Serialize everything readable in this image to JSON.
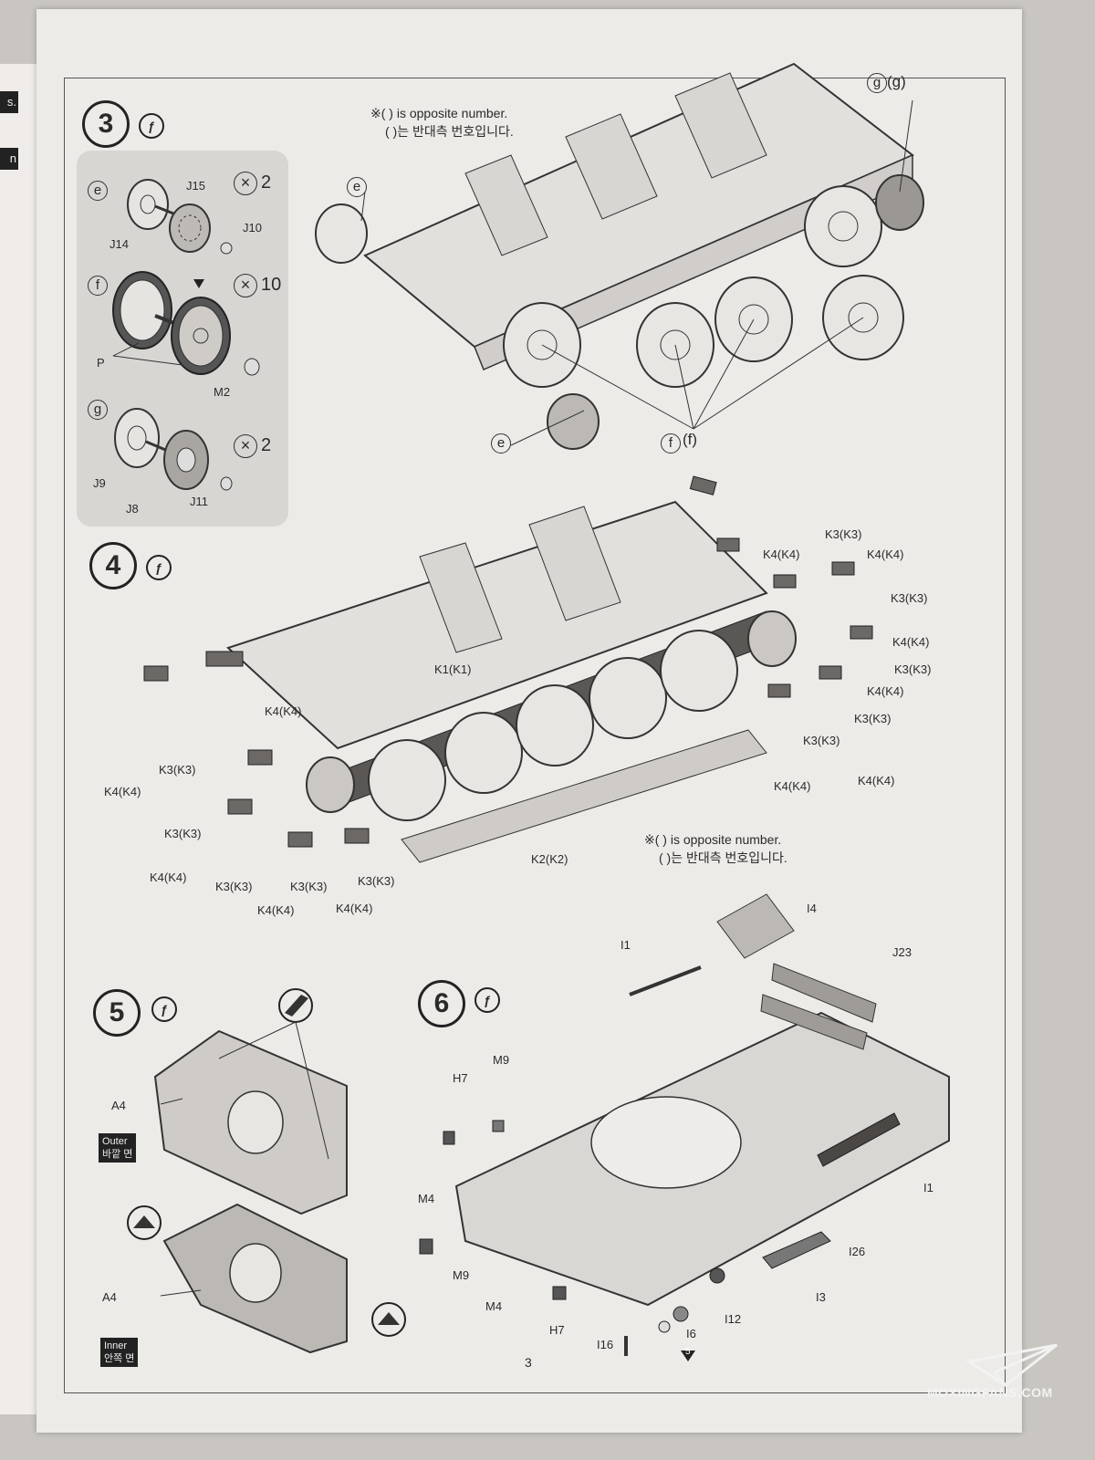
{
  "left_page": {
    "tab_top": "s.",
    "tab_bottom": "n"
  },
  "page_number": "3",
  "note": {
    "en": "※( ) is opposite number.",
    "ko": "( )는 반대측 번호입니다."
  },
  "step3": {
    "number": "3",
    "wheel_e": {
      "label": "e",
      "parts": [
        "J15",
        "J14",
        "J10"
      ],
      "qty": "2"
    },
    "wheel_f": {
      "label": "f",
      "parts": [
        "P",
        "M2"
      ],
      "qty": "10"
    },
    "wheel_g": {
      "label": "g",
      "parts": [
        "J9",
        "J8",
        "J11"
      ],
      "qty": "2"
    },
    "top_label": "g",
    "top_label_paren": "(g)",
    "label_e1": "e",
    "label_e2": "e",
    "label_f": "f",
    "label_f_paren": "(f)"
  },
  "step4": {
    "number": "4",
    "labels": {
      "k1": "K1(K1)",
      "k2": "K2(K2)",
      "k3a": "K3(K3)",
      "k3b": "K3(K3)",
      "k3c": "K3(K3)",
      "k3d": "K3(K3)",
      "k3e": "K3(K3)",
      "k3f": "K3(K3)",
      "k3g": "K3(K3)",
      "k3h": "K3(K3)",
      "k3i": "K3(K3)",
      "k3j": "K3(K3)",
      "k4a": "K4(K4)",
      "k4b": "K4(K4)",
      "k4c": "K4(K4)",
      "k4d": "K4(K4)",
      "k4e": "K4(K4)",
      "k4f": "K4(K4)",
      "k4g": "K4(K4)",
      "k4h": "K4(K4)",
      "k4i": "K4(K4)",
      "k4j": "K4(K4)",
      "k4k": "K4(K4)"
    }
  },
  "step5": {
    "number": "5",
    "part_outer": "A4",
    "part_inner": "A4",
    "outer_tag": {
      "en": "Outer",
      "ko": "바깥 면"
    },
    "inner_tag": {
      "en": "Inner",
      "ko": "안쪽 면"
    }
  },
  "step6": {
    "number": "6",
    "labels": {
      "i4": "I4",
      "i1a": "I1",
      "j23": "J23",
      "m9a": "M9",
      "h7a": "H7",
      "i1b": "I1",
      "m4a": "M4",
      "i26": "I26",
      "m9b": "M9",
      "m4b": "M4",
      "i3": "I3",
      "i12": "I12",
      "h7b": "H7",
      "i16": "I16",
      "i6": "I6",
      "ref5": "5"
    }
  },
  "watermark": "MOXINGFANS.COM"
}
